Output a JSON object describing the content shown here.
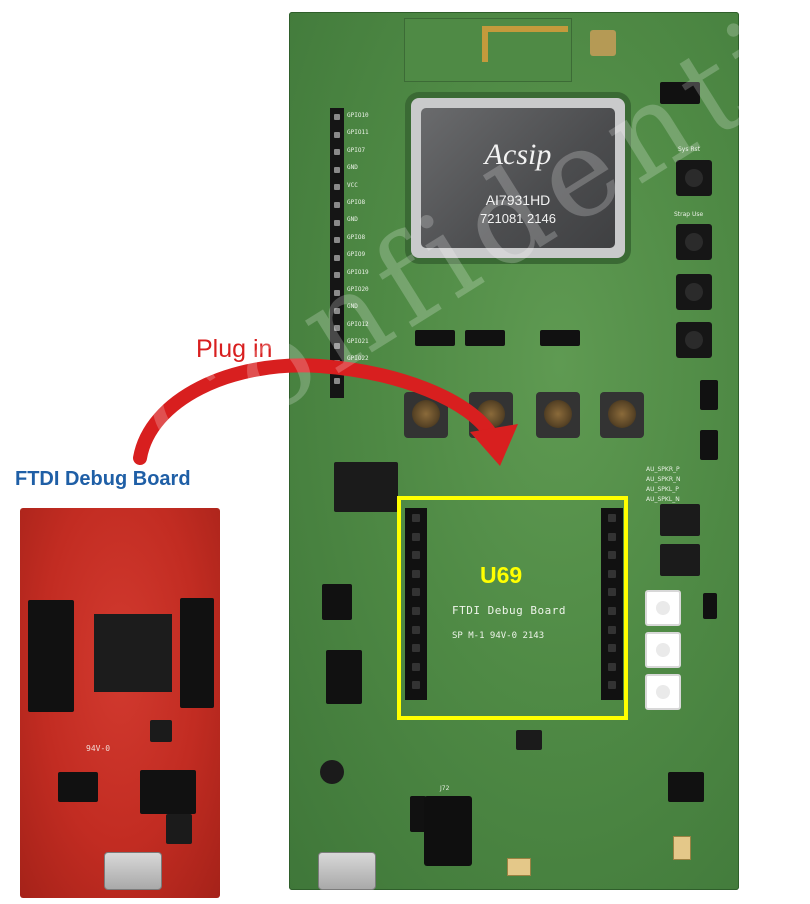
{
  "main_board": {
    "module": {
      "brand": "Acsip",
      "model": "AI7931HD",
      "code": "721081 2146"
    },
    "header_labels": [
      "GPIO10",
      "GPIO11",
      "GPIO7",
      "GND",
      "VCC",
      "GPIO8",
      "GND",
      "GPIO8",
      "GPIO9",
      "GPIO19",
      "GPIO20",
      "GND",
      "GPIO12",
      "GPIO21",
      "GPIO22"
    ],
    "button_labels": [
      "Sys Rst",
      "Strap Use"
    ],
    "audio_labels": [
      "AU_SPKR_P",
      "AU_SPKR_N",
      "AU_SPKL_P",
      "AU_SPKL_N"
    ],
    "jack_label": "J72"
  },
  "highlight": {
    "ref": "U69",
    "name": "FTDI Debug Board",
    "marking": "SP M-1 94V-0 2143"
  },
  "ftdi_board": {
    "title": "FTDI Debug Board",
    "marking": "94V-0"
  },
  "annotation": {
    "plug_label": "Plug in"
  },
  "colors": {
    "main_pcb": "#4f8a45",
    "ftdi_pcb": "#c22c22",
    "highlight": "#ffff00",
    "arrow": "#d81f1f",
    "title_blue": "#1f5fa6"
  },
  "watermark": "Confidential"
}
